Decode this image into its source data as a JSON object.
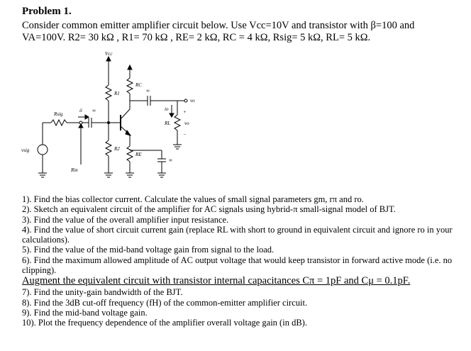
{
  "problem": {
    "title": "Problem 1.",
    "intro_line1": "Consider common emitter amplifier circuit below. Use Vcc=10V and transistor with β=100 and",
    "intro_line2": "VA=100V. R2= 30 kΩ , R1= 70 kΩ , RE= 2 kΩ, RC = 4 kΩ, Rsig= 5 kΩ, RL= 5 kΩ."
  },
  "circuit": {
    "labels": {
      "vcc": "Vcc",
      "r1": "R1",
      "r2": "R2",
      "rc": "RC",
      "re": "RE",
      "rl": "RL",
      "rsig": "Rsig",
      "rin": "Rin",
      "vsig": "vsig",
      "vo": "vo",
      "vo2": "vo",
      "ii": "ii",
      "io": "io",
      "inf1": "∞",
      "inf2": "∞",
      "inf3": "∞",
      "plus": "+",
      "minus": "−"
    }
  },
  "questions": [
    {
      "text": "1). Find the bias collector current. Calculate the values of small signal parameters gm, rπ and ro.",
      "style": "normal"
    },
    {
      "text": "2). Sketch an equivalent circuit of the amplifier for AC signals using hybrid-π small-signal model of BJT.",
      "style": "normal"
    },
    {
      "text": "3). Find the value of the overall amplifier input resistance.",
      "style": "normal"
    },
    {
      "text": "4). Find the value of short circuit current gain (replace RL with short to ground in equivalent circuit and ignore ro in your calculations).",
      "style": "normal"
    },
    {
      "text": "5). Find the value of the mid-band voltage gain from signal to the load.",
      "style": "normal"
    },
    {
      "text": "6). Find the maximum allowed amplitude of AC output voltage that would keep transistor in forward active mode (i.e. no clipping).",
      "style": "normal"
    },
    {
      "text": "Augment the equivalent circuit with transistor internal capacitances Cπ = 1pF and Cμ = 0.1pF.",
      "style": "big"
    },
    {
      "text": "7). Find the unity-gain bandwidth of the BJT.",
      "style": "normal"
    },
    {
      "text": "8). Find the 3dB cut-off frequency (fH) of the common-emitter amplifier circuit.",
      "style": "normal"
    },
    {
      "text": "9). Find the mid-band voltage gain.",
      "style": "normal"
    },
    {
      "text": "10). Plot the frequency dependence of the amplifier overall voltage gain (in dB).",
      "style": "normal"
    }
  ]
}
